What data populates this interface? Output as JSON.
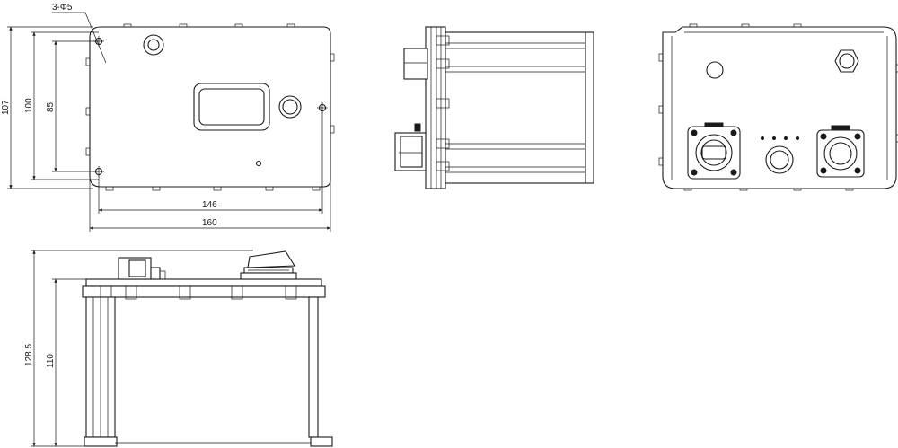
{
  "views": {
    "front": {
      "hole_note": "3-Φ5",
      "dim_width_inner": "146",
      "dim_width_outer": "160",
      "dim_height_outer": "107",
      "dim_height_mid": "100",
      "dim_height_inner": "85"
    },
    "side_bottom": {
      "dim_height_total": "128.5",
      "dim_height_body": "110"
    }
  }
}
